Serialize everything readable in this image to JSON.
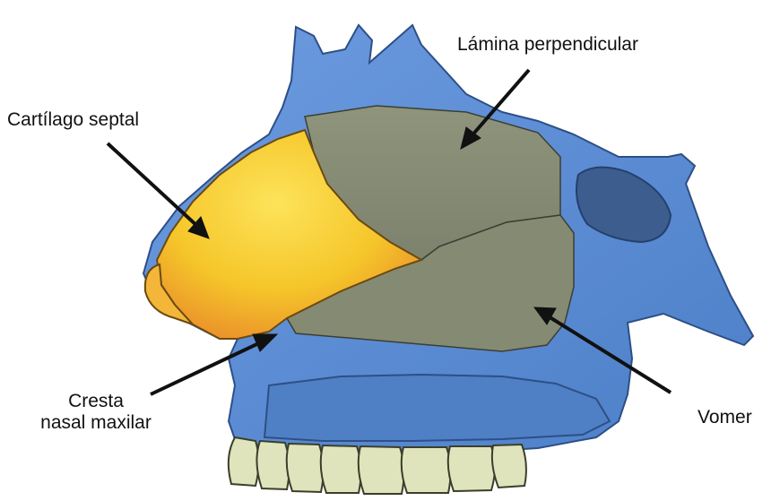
{
  "labels": {
    "lamina": "Lámina perpendicular",
    "cartilago": "Cartílago septal",
    "cresta_line1": "Cresta",
    "cresta_line2": "nasal maxilar",
    "vomer": "Vomer"
  },
  "colors": {
    "bone_blue": "#5b8fd6",
    "bone_dark": "#3d6fb5",
    "septum_gray": "#8a8f78",
    "cartilage_yellow": "#f7cf2a",
    "cartilage_orange": "#e9902a",
    "teeth": "#dfe4bd",
    "arrow": "#111111"
  }
}
